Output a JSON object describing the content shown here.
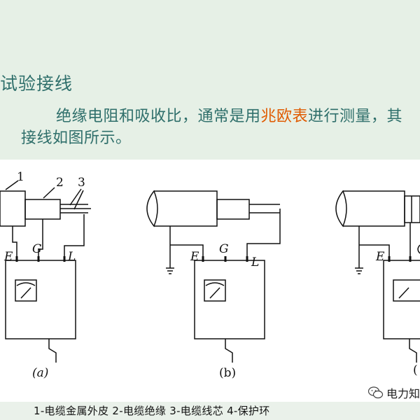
{
  "heading": "试验接线",
  "paragraph": {
    "before": "绝缘电阻和吸收比，通常是用",
    "highlight": "兆欧表",
    "after": "进行测量，其接线如图所示。"
  },
  "colors": {
    "text": "#2f6f6b",
    "highlight": "#e05a00",
    "background": "#e6f0e6"
  },
  "diagram": {
    "callouts": [
      "1",
      "2",
      "3"
    ],
    "terminals": [
      "E",
      "G",
      "L"
    ],
    "subfigures": [
      "(a)",
      "(b)",
      "("
    ]
  },
  "caption": "1-电缆金属外皮   2-电缆绝缘   3-电缆线芯   4-保护环",
  "watermark": {
    "icon": "wechat-icon",
    "text": "电力知"
  }
}
